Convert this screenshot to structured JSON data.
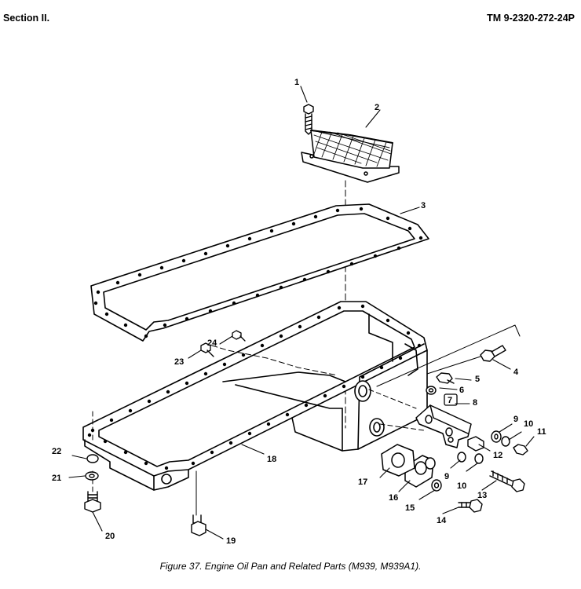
{
  "header": {
    "section": "Section II.",
    "manual": "TM 9-2320-272-24P"
  },
  "caption": "Figure 37.  Engine Oil Pan and Related Parts (M939, M939A1).",
  "callouts": [
    "1",
    "2",
    "3",
    "4",
    "5",
    "6",
    "7",
    "8",
    "9",
    "10",
    "11",
    "12",
    "13",
    "14",
    "15",
    "16",
    "17",
    "18",
    "19",
    "20",
    "21",
    "22",
    "23",
    "24",
    "9",
    "10"
  ]
}
